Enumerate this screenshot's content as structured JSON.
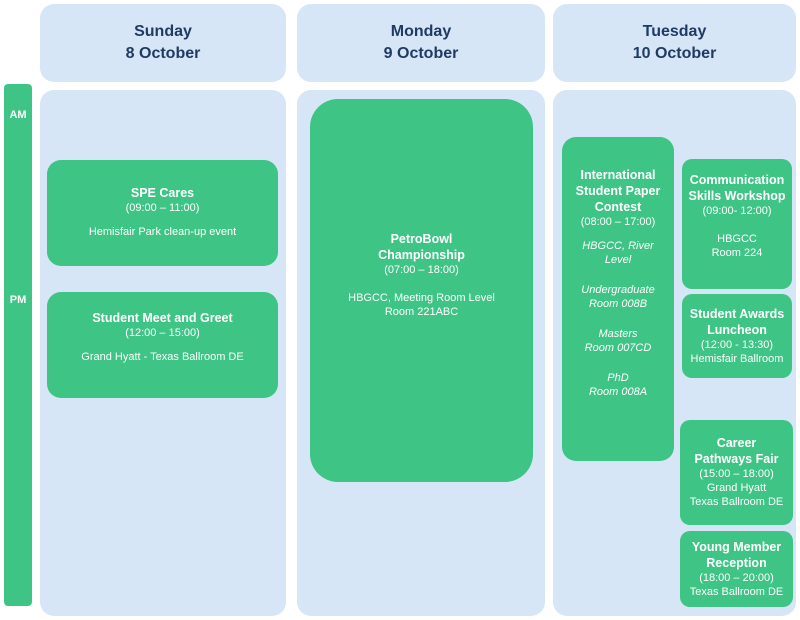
{
  "days": [
    {
      "name": "Sunday",
      "date": "8 October"
    },
    {
      "name": "Monday",
      "date": "9 October"
    },
    {
      "name": "Tuesday",
      "date": "10 October"
    }
  ],
  "time_labels": {
    "am": "AM",
    "pm": "PM"
  },
  "events": {
    "spe_cares": {
      "title": "SPE Cares",
      "time": "(09:00 – 11:00)",
      "detail": "Hemisfair Park clean-up event"
    },
    "meet_greet": {
      "title": "Student Meet and Greet",
      "time": "(12:00 – 15:00)",
      "detail": "Grand Hyatt - Texas Ballroom DE"
    },
    "petrobowl": {
      "title": "PetroBowl\nChampionship",
      "time": "(07:00 – 18:00)",
      "detail": "HBGCC, Meeting Room Level\nRoom 221ABC"
    },
    "paper_contest": {
      "title": "International\nStudent Paper\nContest",
      "time": "(08:00 – 17:00)",
      "venue": "HBGCC, River\nLevel",
      "undergrad": "Undergraduate\nRoom 008B",
      "masters": "Masters\nRoom 007CD",
      "phd": "PhD\nRoom 008A"
    },
    "comm_workshop": {
      "title": "Communication\nSkills Workshop",
      "time": "(09:00- 12:00)",
      "detail": "HBGCC\nRoom 224"
    },
    "awards_lunch": {
      "title": "Student Awards\nLuncheon",
      "time": "(12:00 - 13:30)",
      "detail": "Hemisfair Ballroom"
    },
    "career_fair": {
      "title": "Career\nPathways Fair",
      "time": "(15:00 – 18:00)",
      "detail": "Grand Hyatt\nTexas Ballroom DE"
    },
    "young_member": {
      "title": "Young Member\nReception",
      "time": "(18:00 – 20:00)",
      "detail": "Texas Ballroom DE"
    }
  }
}
